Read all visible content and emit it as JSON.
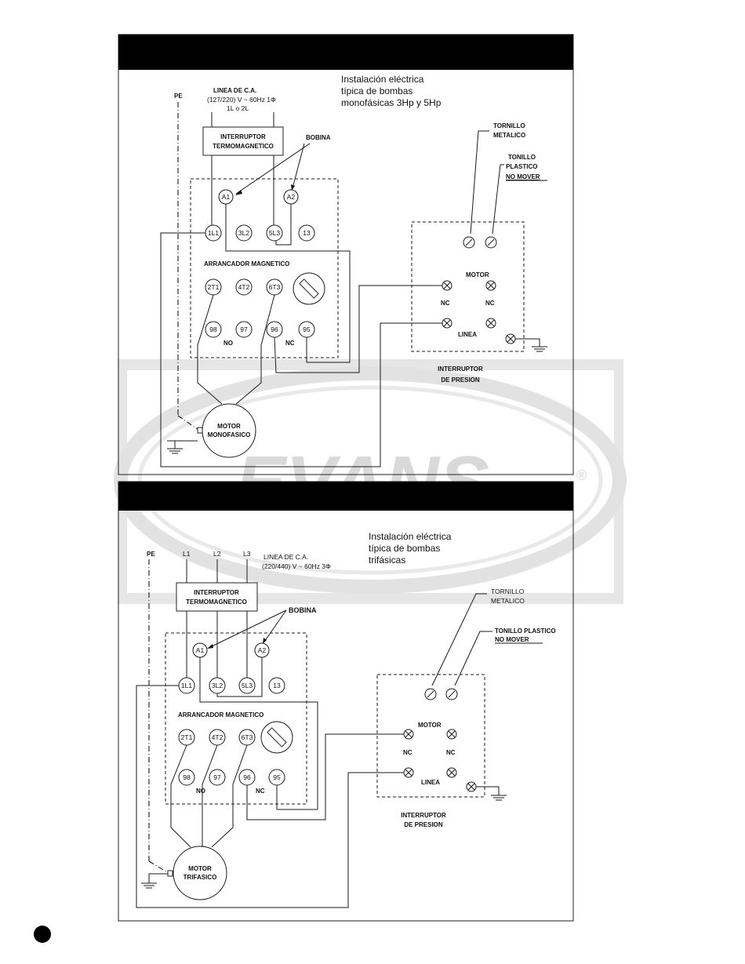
{
  "watermark": {
    "brand": "EVANS",
    "registered": "®"
  },
  "diagram1": {
    "caption": [
      "Instalación eléctrica",
      "típica de bombas",
      "monofásicas 3Hp y 5Hp"
    ],
    "pe": "PE",
    "line_title": "LINEA DE C.A.",
    "line_spec": "(127/220) V ~ 60Hz 1Φ",
    "line_sub": "1L o 2L",
    "breaker": [
      "INTERRUPTOR",
      "TERMOMAGNETICO"
    ],
    "coil": "BOBINA",
    "starter": "ARRANCADOR MAGNETICO",
    "terminals": {
      "A1": "A1",
      "A2": "A2",
      "L1": "1L1",
      "L2": "3L2",
      "L3": "5L3",
      "t13": "13",
      "T1": "2T1",
      "T2": "4T2",
      "T3": "6T3",
      "t98": "98",
      "t97": "97",
      "t96": "96",
      "t95": "95"
    },
    "no": "NO",
    "nc": "NC",
    "motor": [
      "MOTOR",
      "MONOFASICO"
    ],
    "screw_metal": [
      "TORNILLO",
      "METALICO"
    ],
    "screw_plastic": [
      "TONILLO",
      "PLASTICO",
      "NO MOVER"
    ],
    "ps_motor": "MOTOR",
    "ps_nc_left": "NC",
    "ps_nc_right": "NC",
    "ps_linea": "LINEA",
    "pressure_switch": [
      "INTERRUPTOR",
      "DE PRESION"
    ]
  },
  "diagram2": {
    "caption": [
      "Instalación eléctrica",
      "típica de bombas",
      "trifásicas"
    ],
    "pe": "PE",
    "lines": [
      "L1",
      "L2",
      "L3"
    ],
    "line_title": "LINEA DE C.A.",
    "line_spec": "(220/440) V ~ 60Hz 3Φ",
    "breaker": [
      "INTERRUPTOR",
      "TERMOMAGNETICO"
    ],
    "coil": "BOBINA",
    "starter": "ARRANCADOR MAGNETICO",
    "terminals": {
      "A1": "A1",
      "A2": "A2",
      "L1": "1L1",
      "L2": "3L2",
      "L3": "5L3",
      "t13": "13",
      "T1": "2T1",
      "T2": "4T2",
      "T3": "6T3",
      "t98": "98",
      "t97": "97",
      "t96": "96",
      "t95": "95"
    },
    "no": "NO",
    "nc": "NC",
    "motor": [
      "MOTOR",
      "TRIFASICO"
    ],
    "screw_metal": [
      "TORNILLO",
      "METALICO"
    ],
    "screw_plastic": "TONILLO PLASTICO",
    "no_mover": "NO MOVER",
    "ps_motor": "MOTOR",
    "ps_nc_left": "NC",
    "ps_nc_right": "NC",
    "ps_linea": "LINEA",
    "pressure_switch": [
      "INTERRUPTOR",
      "DE PRESION"
    ]
  }
}
